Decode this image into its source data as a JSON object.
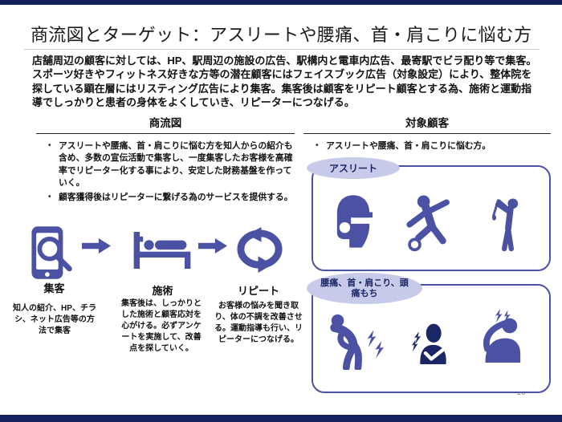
{
  "slide": {
    "title": "商流図とターゲット：アスリートや腰痛、首・肩こりに悩む方",
    "intro": "店舗周辺の顧客に対しては、HP、駅周辺の施設の広告、駅構内と電車内広告、最寄駅でビラ配り等で集客。スポーツ好きやフィットネス好きな方等の潜在顧客にはフェイスブック広告（対象設定）により、整体院を探している顕在層にはリスティング広告により集客。集客後は顧客をリピート顧客とする為、施術と運動指導でしっかりと患者の身体をよくしていき、リピーターにつなげる。",
    "page_number": "10"
  },
  "flow_section": {
    "heading": "商流図",
    "bullets": [
      "アスリートや腰痛、首・肩こりに悩む方を知人からの紹介も含め、多数の宣伝活動で集客し、一度集客したお客様を高確率でリピーター化する事により、安定した財務基盤を作っていく。",
      "顧客獲得後はリピーターに繋げる為のサービスを提供する。"
    ],
    "steps": [
      {
        "icon": "phone-search-icon",
        "label": "集客",
        "description": "知人の紹介、HP、チラシ、ネット広告等の方法で集客"
      },
      {
        "icon": "massage-bed-icon",
        "label": "施術",
        "description": "集客後は、しっかりとした施術と顧客応対を心がける。必ずアンケートを実施して、改善点を探していく。"
      },
      {
        "icon": "repeat-cycle-icon",
        "label": "リピート",
        "description": "お客様の悩みを聞き取り、体の不調を改善させる。運動指導も行い、リピーターにつなげる。"
      }
    ]
  },
  "target_section": {
    "heading": "対象顧客",
    "bullets": [
      "アスリートや腰痛、首・肩こりに悩む方。"
    ],
    "groups": [
      {
        "label": "アスリート",
        "icons": [
          "baseball-helmet-icon",
          "soccer-player-icon",
          "golfer-icon"
        ]
      },
      {
        "label": "腰痛、首・肩こり、頭痛もち",
        "icons": [
          "back-pain-icon",
          "neck-pain-icon",
          "headache-icon"
        ]
      }
    ]
  },
  "colors": {
    "accent_slate": "#4c52a3",
    "dark_navy": "#1b2666",
    "frame_bar": "#14215c",
    "ellipse_fill": "#c7cae9"
  }
}
